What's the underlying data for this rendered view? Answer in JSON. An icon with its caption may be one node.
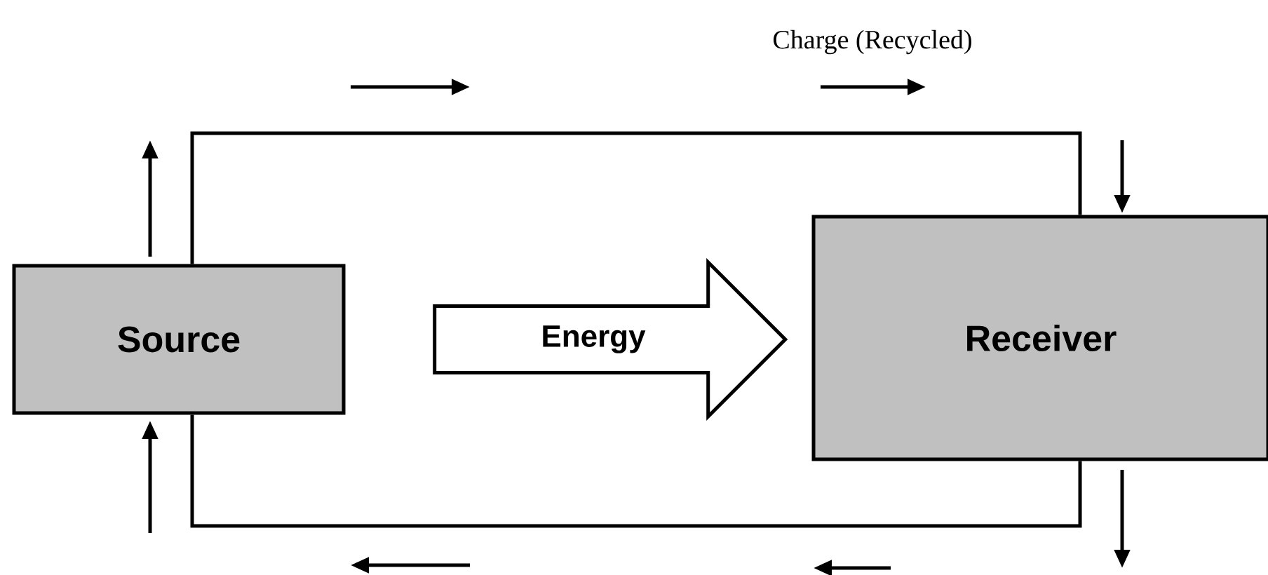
{
  "diagram": {
    "nodes": [
      {
        "text": [
          "Source"
        ]
      },
      {
        "text": [
          "Receiver"
        ]
      },
      {
        "text": [
          "Energy"
        ]
      }
    ],
    "edges": [
      {
        "from": 0,
        "to": 1,
        "arrow": "none"
      },
      {
        "from": 1,
        "to": 0,
        "arrow": "none"
      }
    ],
    "labels": [
      "Charge (Recycled)"
    ]
  }
}
